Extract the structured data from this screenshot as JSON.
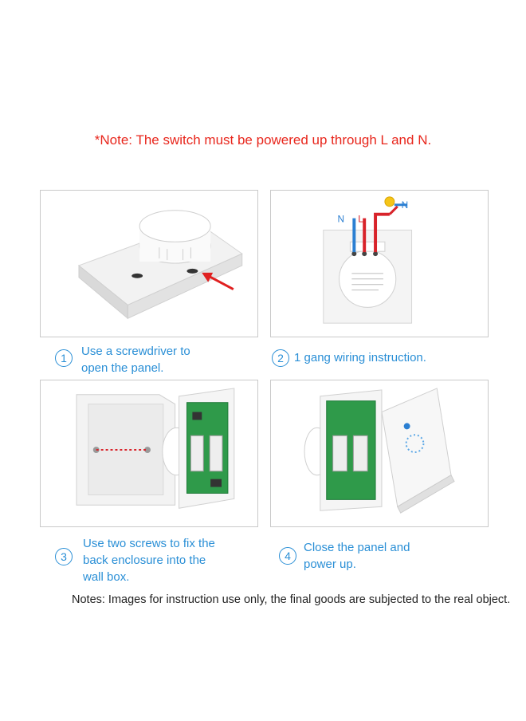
{
  "header": {
    "note": "*Note: The switch must be powered up through L and N."
  },
  "panels": [
    {
      "caption_number": "1",
      "caption_text": "Use a screwdriver to\nopen the panel."
    },
    {
      "caption_number": "2",
      "caption_text": "1 gang wiring instruction.",
      "wire_labels": {
        "neutral": "N",
        "live": "L",
        "load_neutral": "N"
      }
    },
    {
      "caption_number": "3",
      "caption_text": "Use two screws to fix the\nback enclosure into the\nwall box."
    },
    {
      "caption_number": "4",
      "caption_text": "Close the panel and\npower up."
    }
  ],
  "footer": {
    "note": "Notes: Images for instruction use only, the final goods are subjected to the real object."
  },
  "colors": {
    "note_red": "#e8261c",
    "step_blue": "#2a8fd6",
    "wire_blue": "#2b7fd2",
    "wire_red": "#d8232a"
  }
}
